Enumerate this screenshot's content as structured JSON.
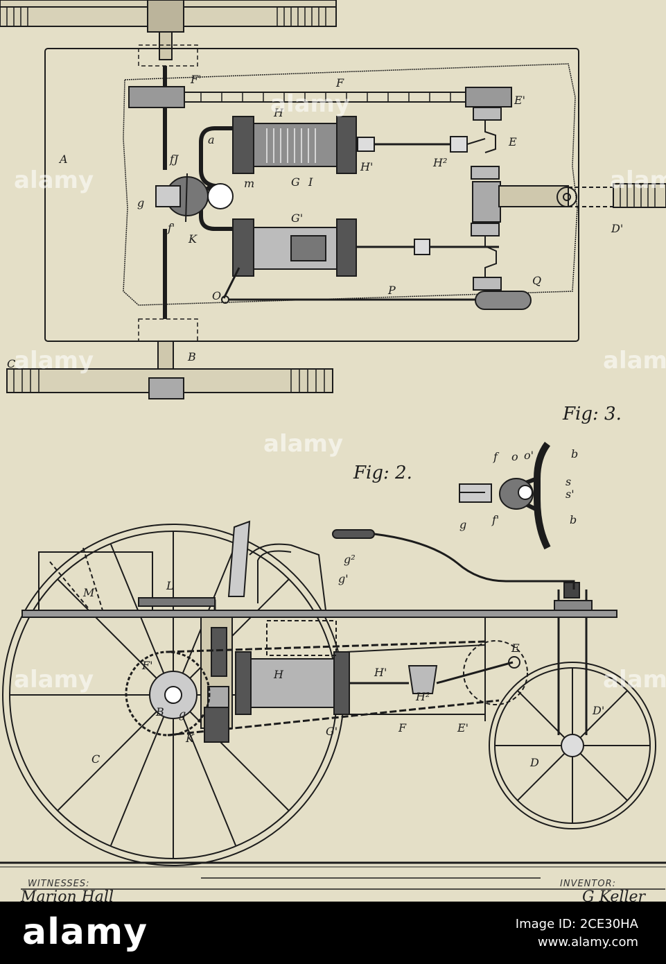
{
  "figure": {
    "fig2_label": "Fig: 2.",
    "fig3_label": "Fig: 3.",
    "labels": {
      "A": "A",
      "B": "B",
      "C": "C",
      "Dp": "D'",
      "E": "E",
      "Ep": "E'",
      "F": "F",
      "Fp": "F'",
      "H": "H",
      "a": "a",
      "fJ": "fJ",
      "m": "m",
      "G": "G",
      "I": "I",
      "Hp": "H'",
      "H2": "H²",
      "g": "g",
      "fp": "f'",
      "K": "K",
      "Gp": "G'",
      "O": "O",
      "P": "P",
      "Q": "Q",
      "f3": "f",
      "o3": "o",
      "op3": "o'",
      "b1": "b",
      "s3": "s",
      "sp3": "s'",
      "g3": "g",
      "fp3": "f'",
      "b2": "b",
      "M": "M",
      "L": "L",
      "g2": "g²",
      "gp": "g'",
      "Fp2": "F'",
      "B2": "B",
      "g_2": "g",
      "K2": "K",
      "C2": "C",
      "H_2": "H",
      "Hp2": "H'",
      "H22": "H²",
      "Gp2": "G'",
      "F2": "F",
      "Ep2": "E'",
      "E2": "E",
      "Dp2": "D'",
      "D2": "D"
    },
    "witnesses_label": "WITNESSES:",
    "inventor_label": "INVENTOR:",
    "witness_signature": "Marion Hall",
    "inventor_signature": "G Keller"
  },
  "watermark": {
    "text": "alamy"
  },
  "footer": {
    "brand": "alamy",
    "image_id": "Image ID: 2CE30HA",
    "site": "www.alamy.com"
  }
}
